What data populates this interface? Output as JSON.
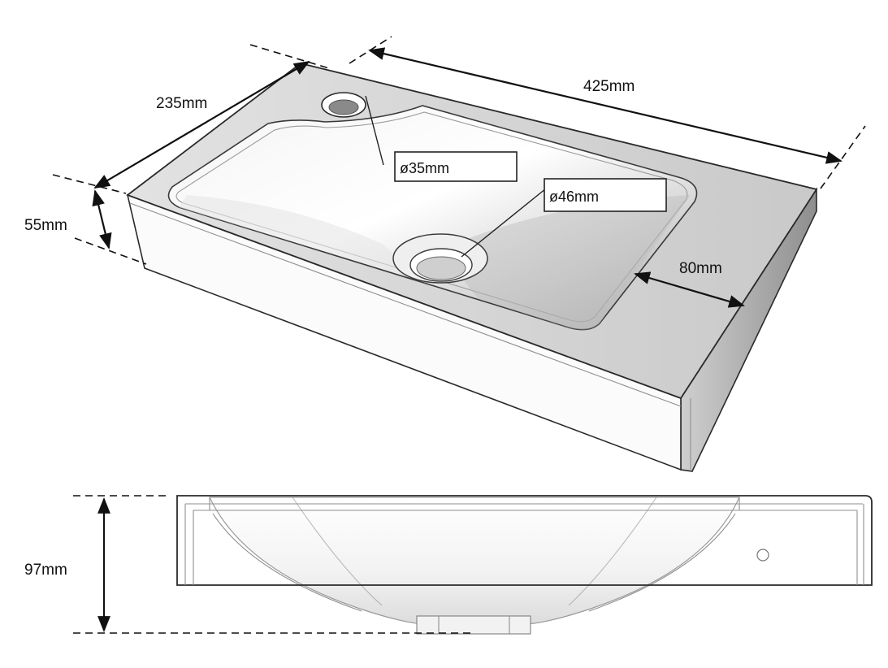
{
  "dimensions": {
    "length": "425mm",
    "depth": "235mm",
    "thickness": "55mm",
    "shelf_width": "80mm",
    "total_height": "97mm"
  },
  "callouts": {
    "tap_hole": "ø35mm",
    "drain_hole": "ø46mm"
  },
  "colors": {
    "line": "#111111",
    "top_surface": "#d4d4d4",
    "front_face": "#fafafa",
    "basin_shadow": "#b9b9b9"
  }
}
